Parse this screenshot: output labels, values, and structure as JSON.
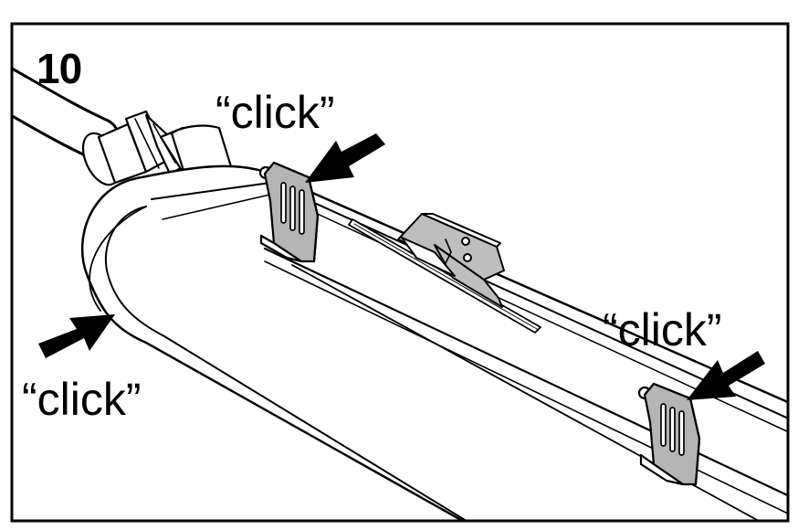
{
  "step": {
    "number": "10"
  },
  "callouts": [
    {
      "text": "“click”"
    },
    {
      "text": "“click”"
    },
    {
      "text": "“click”"
    }
  ],
  "colors": {
    "line": "#000000",
    "clip_fill": "#b4b4b4",
    "bracket_fill": "#bebebe",
    "background": "#ffffff"
  }
}
